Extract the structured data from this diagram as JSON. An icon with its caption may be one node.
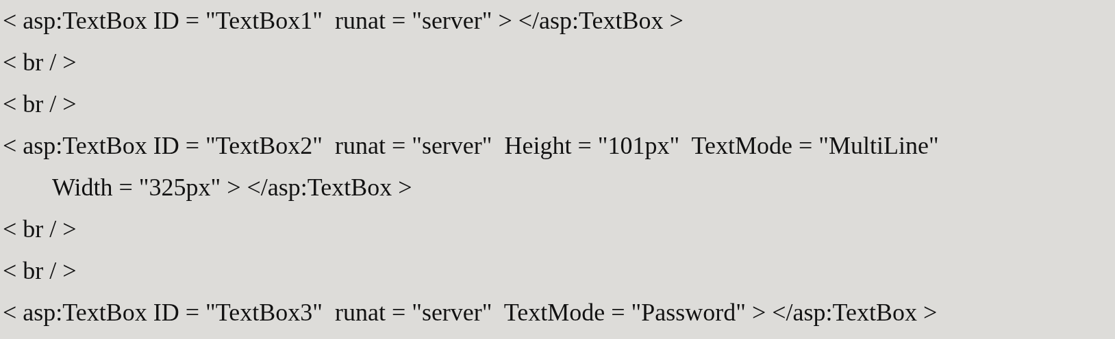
{
  "diagram": {
    "labels": [
      "< asp:TextBox ID = \"TextBox1\"  runat = \"server\" > </asp:TextBox >",
      "< br / >",
      "< br / >",
      "< asp:TextBox ID = \"TextBox2\"  runat = \"server\"  Height = \"101px\"  TextMode = \"MultiLine\"",
      "Width = \"325px\" > </asp:TextBox >",
      "< br / >",
      "< br / >",
      "< asp:TextBox ID = \"TextBox3\"  runat = \"server\"  TextMode = \"Password\" > </asp:TextBox >"
    ]
  }
}
